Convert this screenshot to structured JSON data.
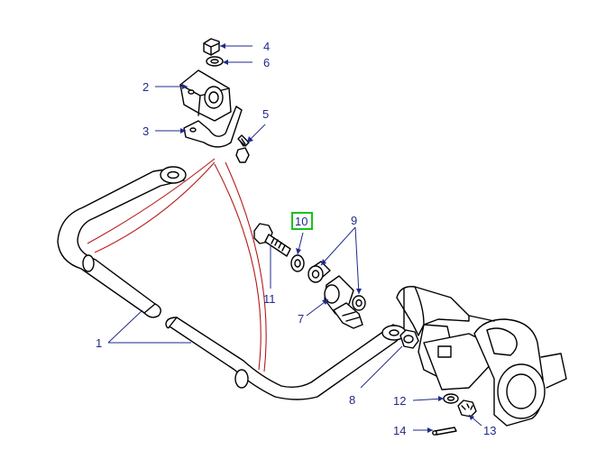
{
  "diagram": {
    "callouts": [
      {
        "id": "c1",
        "label": "1"
      },
      {
        "id": "c2",
        "label": "2"
      },
      {
        "id": "c3",
        "label": "3"
      },
      {
        "id": "c4",
        "label": "4"
      },
      {
        "id": "c5",
        "label": "5"
      },
      {
        "id": "c6",
        "label": "6"
      },
      {
        "id": "c7",
        "label": "7"
      },
      {
        "id": "c8",
        "label": "8"
      },
      {
        "id": "c9",
        "label": "9"
      },
      {
        "id": "c10",
        "label": "10"
      },
      {
        "id": "c11",
        "label": "11"
      },
      {
        "id": "c12",
        "label": "12"
      },
      {
        "id": "c13",
        "label": "13"
      },
      {
        "id": "c14",
        "label": "14"
      }
    ],
    "highlighted_callout": "10",
    "colors": {
      "callout_text": "#1f2a8c",
      "leader_lines": "#1f2a8c",
      "mounting_lines": "#b51a1a",
      "highlight_box": "#19c21e",
      "part_outline": "#000000"
    }
  }
}
